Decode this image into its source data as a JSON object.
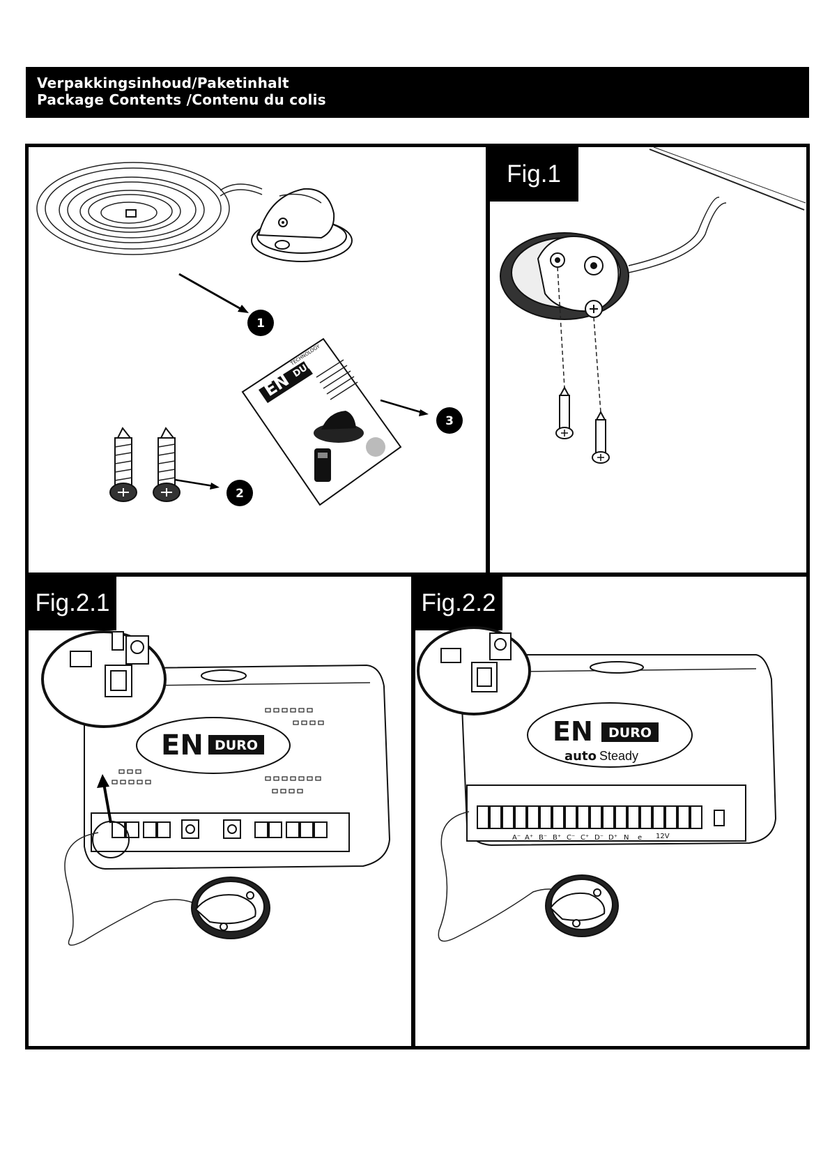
{
  "header": {
    "line1": "Verpakkingsinhoud/Paketinhalt",
    "line2": "Package Contents /Contenu du colis"
  },
  "items": [
    {
      "number": "1",
      "icon": "sensor-with-cable-icon"
    },
    {
      "number": "2",
      "icon": "screws-icon"
    },
    {
      "number": "3",
      "icon": "manual-booklet-icon"
    }
  ],
  "manual": {
    "brand_en": "EN",
    "brand_duro": "DURO",
    "brand_tech": "TECHNOLOGY"
  },
  "figures": {
    "fig1": "Fig.1",
    "fig21": "Fig.2.1",
    "fig22": "Fig.2.2"
  },
  "control_box": {
    "brand_en": "EN",
    "brand_duro": "DURO",
    "subbrand_auto": "auto",
    "subbrand_steady": "Steady",
    "terminal_labels": [
      "A⁻",
      "A⁺",
      "B⁻",
      "B⁺",
      "C⁻",
      "C⁺",
      "D⁻",
      "D⁺",
      "N",
      "e",
      "12V"
    ]
  }
}
